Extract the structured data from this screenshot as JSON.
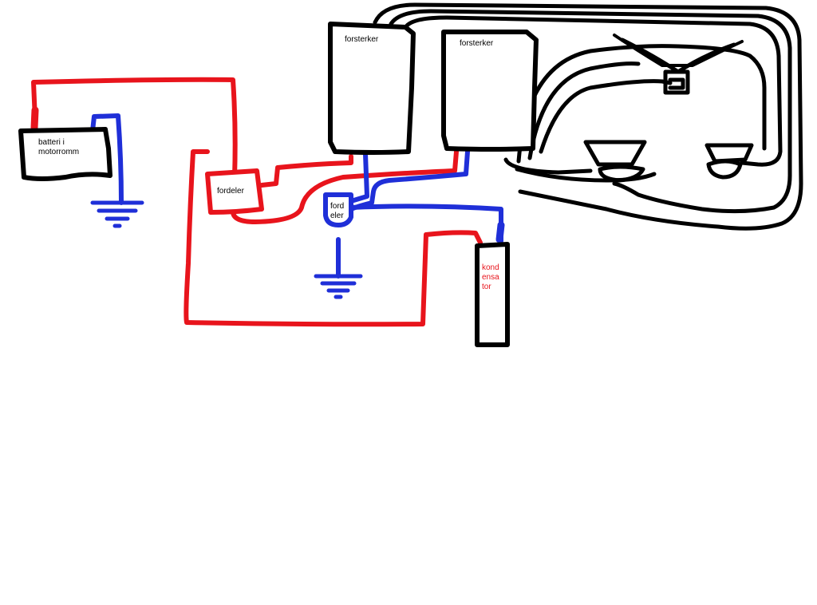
{
  "colors": {
    "positive": "#e8141c",
    "ground": "#1f2fd8",
    "signal": "#000000",
    "capacitor_label": "#e8141c"
  },
  "components": {
    "battery": {
      "lines": [
        "batteri i",
        "motorromm"
      ]
    },
    "distributor_main": {
      "lines": [
        "fordeler"
      ]
    },
    "amplifier_1": {
      "lines": [
        "forsterker"
      ]
    },
    "amplifier_2": {
      "lines": [
        "forsterker"
      ]
    },
    "distributor_small": {
      "lines": [
        "ford",
        "eler"
      ]
    },
    "capacitor": {
      "lines": [
        "kond",
        "ensa",
        "tor"
      ]
    }
  },
  "icons": [
    "ground-icon",
    "ground-icon",
    "speaker-icon",
    "speaker-icon",
    "speaker-icon",
    "speaker-icon"
  ]
}
